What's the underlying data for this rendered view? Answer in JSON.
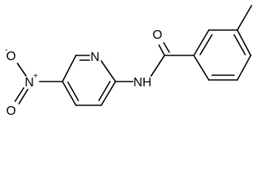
{
  "molecule": {
    "atoms": {
      "carbonyl_oxygen": "O",
      "amide_nitrogen": "NH",
      "pyridine_nitrogen": "N",
      "nitro_nitrogen": "N",
      "nitro_nitrogen_charge": "+",
      "nitro_oxygen_lower": "O",
      "nitro_oxygen_upper": "O",
      "nitro_oxygen_upper_charge": "-"
    }
  }
}
